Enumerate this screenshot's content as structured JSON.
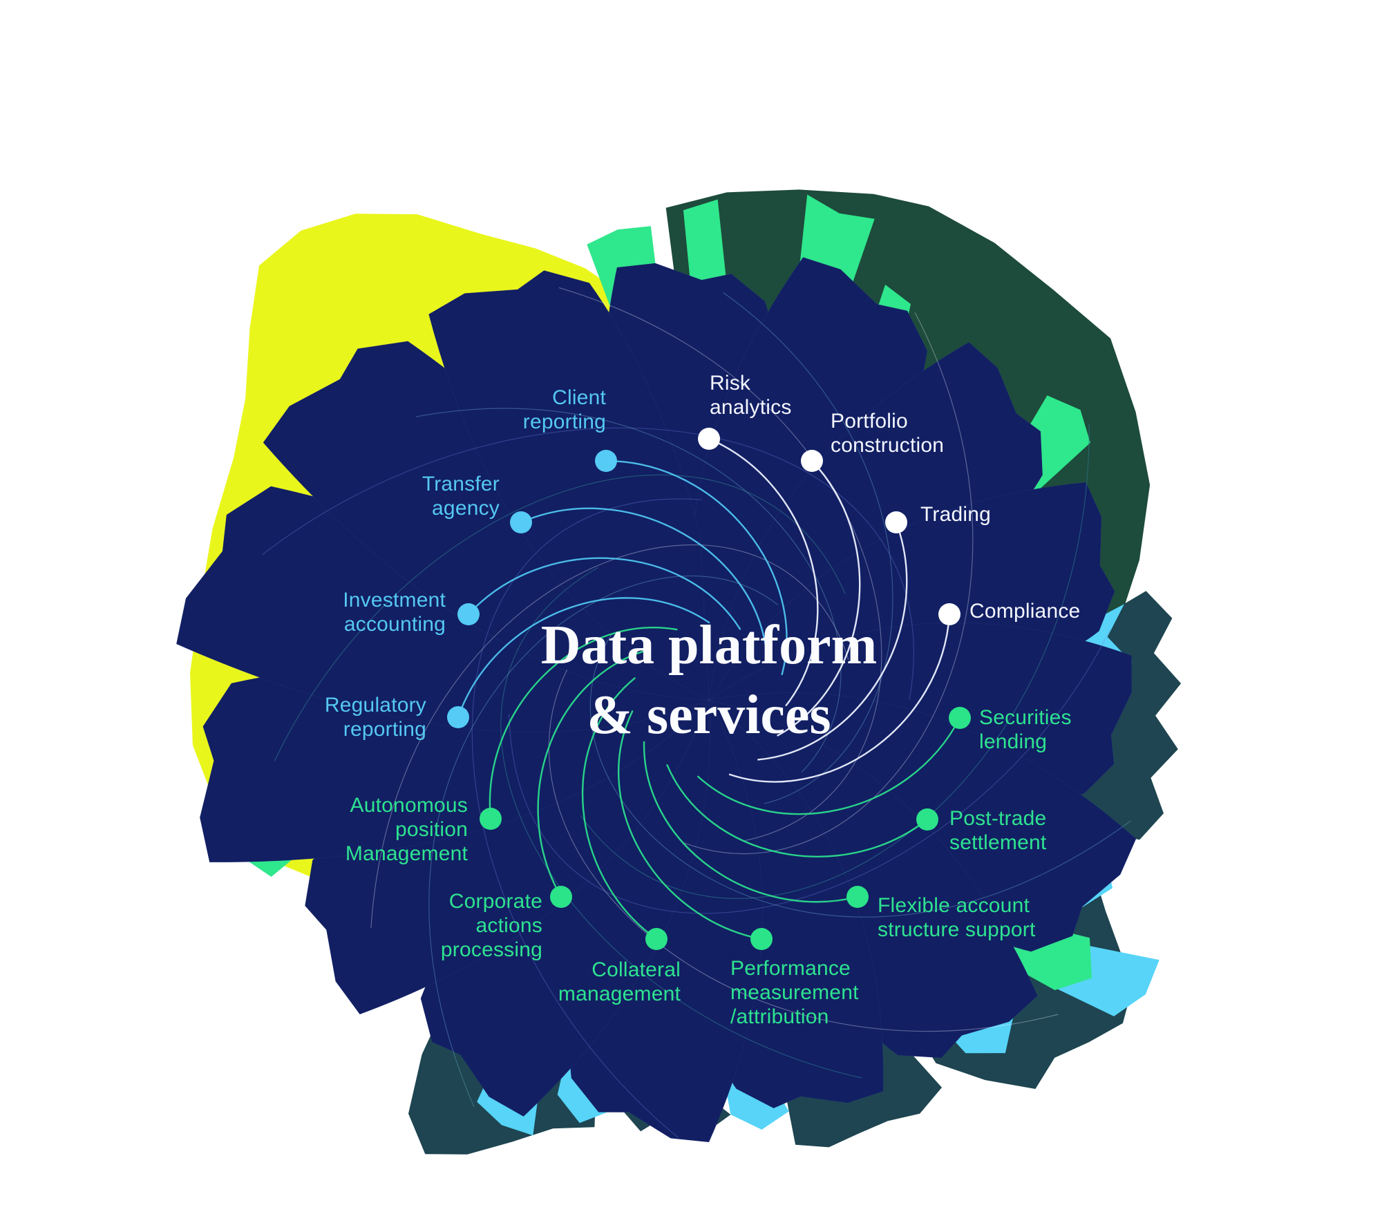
{
  "title": {
    "line1": "Data platform",
    "line2": "& services"
  },
  "spokes": [
    {
      "id": "risk-analytics",
      "label": "Risk\nanalytics",
      "color": "white"
    },
    {
      "id": "portfolio-construction",
      "label": "Portfolio\nconstruction",
      "color": "white"
    },
    {
      "id": "trading",
      "label": "Trading",
      "color": "white"
    },
    {
      "id": "compliance",
      "label": "Compliance",
      "color": "white"
    },
    {
      "id": "securities-lending",
      "label": "Securities\nlending",
      "color": "green"
    },
    {
      "id": "post-trade-settlement",
      "label": "Post-trade\nsettlement",
      "color": "green"
    },
    {
      "id": "flexible-account-structure-support",
      "label": "Flexible account\nstructure support",
      "color": "green"
    },
    {
      "id": "performance-measurement-attribution",
      "label": "Performance\nmeasurement\n/attribution",
      "color": "green"
    },
    {
      "id": "collateral-management",
      "label": "Collateral\nmanagement",
      "color": "green"
    },
    {
      "id": "corporate-actions-processing",
      "label": "Corporate\nactions\nprocessing",
      "color": "green"
    },
    {
      "id": "autonomous-position-management",
      "label": "Autonomous\nposition\nManagement",
      "color": "green"
    },
    {
      "id": "regulatory-reporting",
      "label": "Regulatory\nreporting",
      "color": "cyan"
    },
    {
      "id": "investment-accounting",
      "label": "Investment\naccounting",
      "color": "cyan"
    },
    {
      "id": "transfer-agency",
      "label": "Transfer\nagency",
      "color": "cyan"
    },
    {
      "id": "client-reporting",
      "label": "Client\nreporting",
      "color": "cyan"
    }
  ],
  "colors": {
    "background": "#FFFFFF",
    "navy": "#121F63",
    "yellow": "#E9F61C",
    "bright_green": "#2FE78C",
    "forest_green": "#1D4B3C",
    "cyan": "#57D4F8",
    "slate_teal": "#1E4551",
    "label_cyan": "#55C8F2",
    "label_green": "#2EE390",
    "label_white": "#F4F6FE",
    "title_color": "#FBFCFF",
    "dot_white": "#FFFFFF",
    "dot_cyan": "#55CBF5",
    "dot_green": "#2BE389"
  }
}
